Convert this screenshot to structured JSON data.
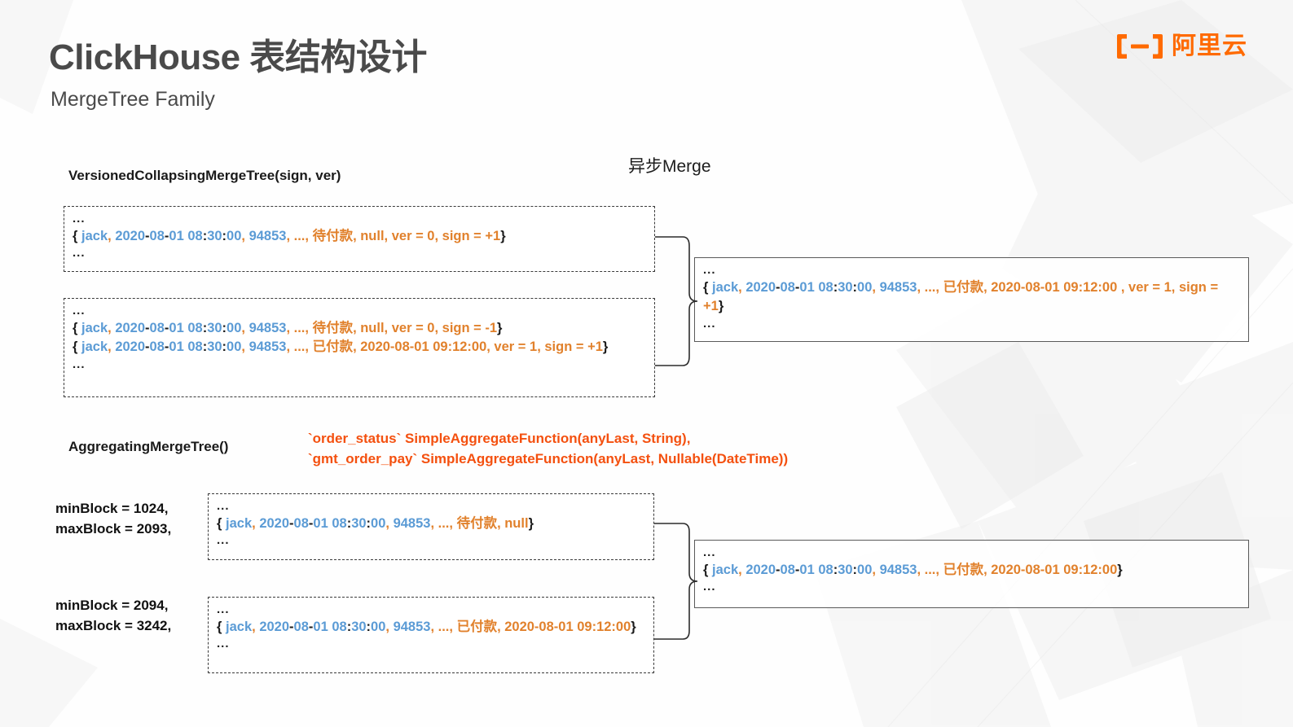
{
  "header": {
    "title": "ClickHouse 表结构设计",
    "subtitle": "MergeTree Family",
    "logo_text": "阿里云",
    "logo_icon": "aliyun-bracket-logo",
    "brand_color": "#FF6A00"
  },
  "colors": {
    "blue_token": "#5B9BD5",
    "orange_token": "#E1812C",
    "accent_red_orange": "#F4500F",
    "text_dark": "#1a1a1a",
    "title_gray": "#4a4a4a"
  },
  "labels": {
    "versioned_heading": "VersionedCollapsingMergeTree(sign, ver)",
    "aggregating_heading": "AggregatingMergeTree()",
    "async_merge": "异步Merge",
    "ellipsis": "..."
  },
  "aggregate_spec": {
    "line1": "`order_status`  SimpleAggregateFunction(anyLast, String),",
    "line2": "`gmt_order_pay`   SimpleAggregateFunction(anyLast, Nullable(DateTime))"
  },
  "block_ranges": [
    {
      "min": "minBlock = 1024,",
      "max": "maxBlock = 2093,"
    },
    {
      "min": "minBlock = 2094,",
      "max": "maxBlock = 3242,"
    }
  ],
  "versioned": {
    "part1": {
      "top_dots": "...",
      "bottom_dots": "...",
      "rows": [
        {
          "tokens": [
            {
              "t": "{ ",
              "c": "k"
            },
            {
              "t": "jack",
              "c": "b"
            },
            {
              "t": ", ",
              "c": "o"
            },
            {
              "t": "2020",
              "c": "b"
            },
            {
              "t": "-",
              "c": "k"
            },
            {
              "t": "08",
              "c": "b"
            },
            {
              "t": "-",
              "c": "k"
            },
            {
              "t": "01",
              "c": "b"
            },
            {
              "t": " 08",
              "c": "b"
            },
            {
              "t": ":",
              "c": "k"
            },
            {
              "t": "30",
              "c": "b"
            },
            {
              "t": ":",
              "c": "k"
            },
            {
              "t": "00",
              "c": "b"
            },
            {
              "t": ", ",
              "c": "o"
            },
            {
              "t": "94853",
              "c": "b"
            },
            {
              "t": ", ..., ",
              "c": "o"
            },
            {
              "t": "待付款, null, ver = 0, sign = +1",
              "c": "o"
            },
            {
              "t": "}",
              "c": "k"
            }
          ]
        }
      ]
    },
    "part2": {
      "top_dots": "...",
      "bottom_dots": "...",
      "rows": [
        {
          "tokens": [
            {
              "t": "{ ",
              "c": "k"
            },
            {
              "t": "jack",
              "c": "b"
            },
            {
              "t": ", ",
              "c": "o"
            },
            {
              "t": "2020",
              "c": "b"
            },
            {
              "t": "-",
              "c": "k"
            },
            {
              "t": "08",
              "c": "b"
            },
            {
              "t": "-",
              "c": "k"
            },
            {
              "t": "01",
              "c": "b"
            },
            {
              "t": " 08",
              "c": "b"
            },
            {
              "t": ":",
              "c": "k"
            },
            {
              "t": "30",
              "c": "b"
            },
            {
              "t": ":",
              "c": "k"
            },
            {
              "t": "00",
              "c": "b"
            },
            {
              "t": ", ",
              "c": "o"
            },
            {
              "t": "94853",
              "c": "b"
            },
            {
              "t": ", ..., ",
              "c": "o"
            },
            {
              "t": "待付款, null, ver = 0, sign = -1",
              "c": "o"
            },
            {
              "t": "}",
              "c": "k"
            }
          ]
        },
        {
          "tokens": [
            {
              "t": "{ ",
              "c": "k"
            },
            {
              "t": "jack",
              "c": "b"
            },
            {
              "t": ", ",
              "c": "o"
            },
            {
              "t": "2020",
              "c": "b"
            },
            {
              "t": "-",
              "c": "k"
            },
            {
              "t": "08",
              "c": "b"
            },
            {
              "t": "-",
              "c": "k"
            },
            {
              "t": "01",
              "c": "b"
            },
            {
              "t": " 08",
              "c": "b"
            },
            {
              "t": ":",
              "c": "k"
            },
            {
              "t": "30",
              "c": "b"
            },
            {
              "t": ":",
              "c": "k"
            },
            {
              "t": "00",
              "c": "b"
            },
            {
              "t": ", ",
              "c": "o"
            },
            {
              "t": "94853",
              "c": "b"
            },
            {
              "t": ", ..., ",
              "c": "o"
            },
            {
              "t": "已付款, 2020-08-01 09:12:00, ver = 1, sign = +1",
              "c": "o"
            },
            {
              "t": "}",
              "c": "k"
            }
          ]
        }
      ]
    },
    "merged": {
      "top_dots": "...",
      "bottom_dots": "...",
      "rows": [
        {
          "tokens": [
            {
              "t": "{ ",
              "c": "k"
            },
            {
              "t": "jack",
              "c": "b"
            },
            {
              "t": ", ",
              "c": "o"
            },
            {
              "t": "2020",
              "c": "b"
            },
            {
              "t": "-",
              "c": "k"
            },
            {
              "t": "08",
              "c": "b"
            },
            {
              "t": "-",
              "c": "k"
            },
            {
              "t": "01",
              "c": "b"
            },
            {
              "t": " 08",
              "c": "b"
            },
            {
              "t": ":",
              "c": "k"
            },
            {
              "t": "30",
              "c": "b"
            },
            {
              "t": ":",
              "c": "k"
            },
            {
              "t": "00",
              "c": "b"
            },
            {
              "t": ", ",
              "c": "o"
            },
            {
              "t": "94853",
              "c": "b"
            },
            {
              "t": ", ..., ",
              "c": "o"
            },
            {
              "t": "已付款, 2020-08-01 09:12:00 , ver = 1, sign = +1",
              "c": "o"
            },
            {
              "t": "}",
              "c": "k"
            }
          ]
        }
      ]
    }
  },
  "aggregating": {
    "part1": {
      "top_dots": "...",
      "bottom_dots": "...",
      "rows": [
        {
          "tokens": [
            {
              "t": "{ ",
              "c": "k"
            },
            {
              "t": "jack",
              "c": "b"
            },
            {
              "t": ", ",
              "c": "o"
            },
            {
              "t": "2020",
              "c": "b"
            },
            {
              "t": "-",
              "c": "k"
            },
            {
              "t": "08",
              "c": "b"
            },
            {
              "t": "-",
              "c": "k"
            },
            {
              "t": "01",
              "c": "b"
            },
            {
              "t": " 08",
              "c": "b"
            },
            {
              "t": ":",
              "c": "k"
            },
            {
              "t": "30",
              "c": "b"
            },
            {
              "t": ":",
              "c": "k"
            },
            {
              "t": "00",
              "c": "b"
            },
            {
              "t": ", ",
              "c": "o"
            },
            {
              "t": "94853",
              "c": "b"
            },
            {
              "t": ", ..., ",
              "c": "o"
            },
            {
              "t": "待付款, null",
              "c": "o"
            },
            {
              "t": "}",
              "c": "k"
            }
          ]
        }
      ]
    },
    "part2": {
      "top_dots": "...",
      "bottom_dots": "...",
      "rows": [
        {
          "tokens": [
            {
              "t": "{ ",
              "c": "k"
            },
            {
              "t": "jack",
              "c": "b"
            },
            {
              "t": ", ",
              "c": "o"
            },
            {
              "t": "2020",
              "c": "b"
            },
            {
              "t": "-",
              "c": "k"
            },
            {
              "t": "08",
              "c": "b"
            },
            {
              "t": "-",
              "c": "k"
            },
            {
              "t": "01",
              "c": "b"
            },
            {
              "t": " 08",
              "c": "b"
            },
            {
              "t": ":",
              "c": "k"
            },
            {
              "t": "30",
              "c": "b"
            },
            {
              "t": ":",
              "c": "k"
            },
            {
              "t": "00",
              "c": "b"
            },
            {
              "t": ", ",
              "c": "o"
            },
            {
              "t": "94853",
              "c": "b"
            },
            {
              "t": ", ..., ",
              "c": "o"
            },
            {
              "t": "已付款, 2020-08-01 09:12:00",
              "c": "o"
            },
            {
              "t": "}",
              "c": "k"
            }
          ]
        }
      ]
    },
    "merged": {
      "top_dots": "...",
      "bottom_dots": "...",
      "rows": [
        {
          "tokens": [
            {
              "t": "{ ",
              "c": "k"
            },
            {
              "t": "jack",
              "c": "b"
            },
            {
              "t": ", ",
              "c": "o"
            },
            {
              "t": "2020",
              "c": "b"
            },
            {
              "t": "-",
              "c": "k"
            },
            {
              "t": "08",
              "c": "b"
            },
            {
              "t": "-",
              "c": "k"
            },
            {
              "t": "01",
              "c": "b"
            },
            {
              "t": " 08",
              "c": "b"
            },
            {
              "t": ":",
              "c": "k"
            },
            {
              "t": "30",
              "c": "b"
            },
            {
              "t": ":",
              "c": "k"
            },
            {
              "t": "00",
              "c": "b"
            },
            {
              "t": ", ",
              "c": "o"
            },
            {
              "t": "94853",
              "c": "b"
            },
            {
              "t": ", ..., ",
              "c": "o"
            },
            {
              "t": "已付款, 2020-08-01 09:12:00",
              "c": "o"
            },
            {
              "t": "}",
              "c": "k"
            }
          ]
        }
      ]
    }
  }
}
